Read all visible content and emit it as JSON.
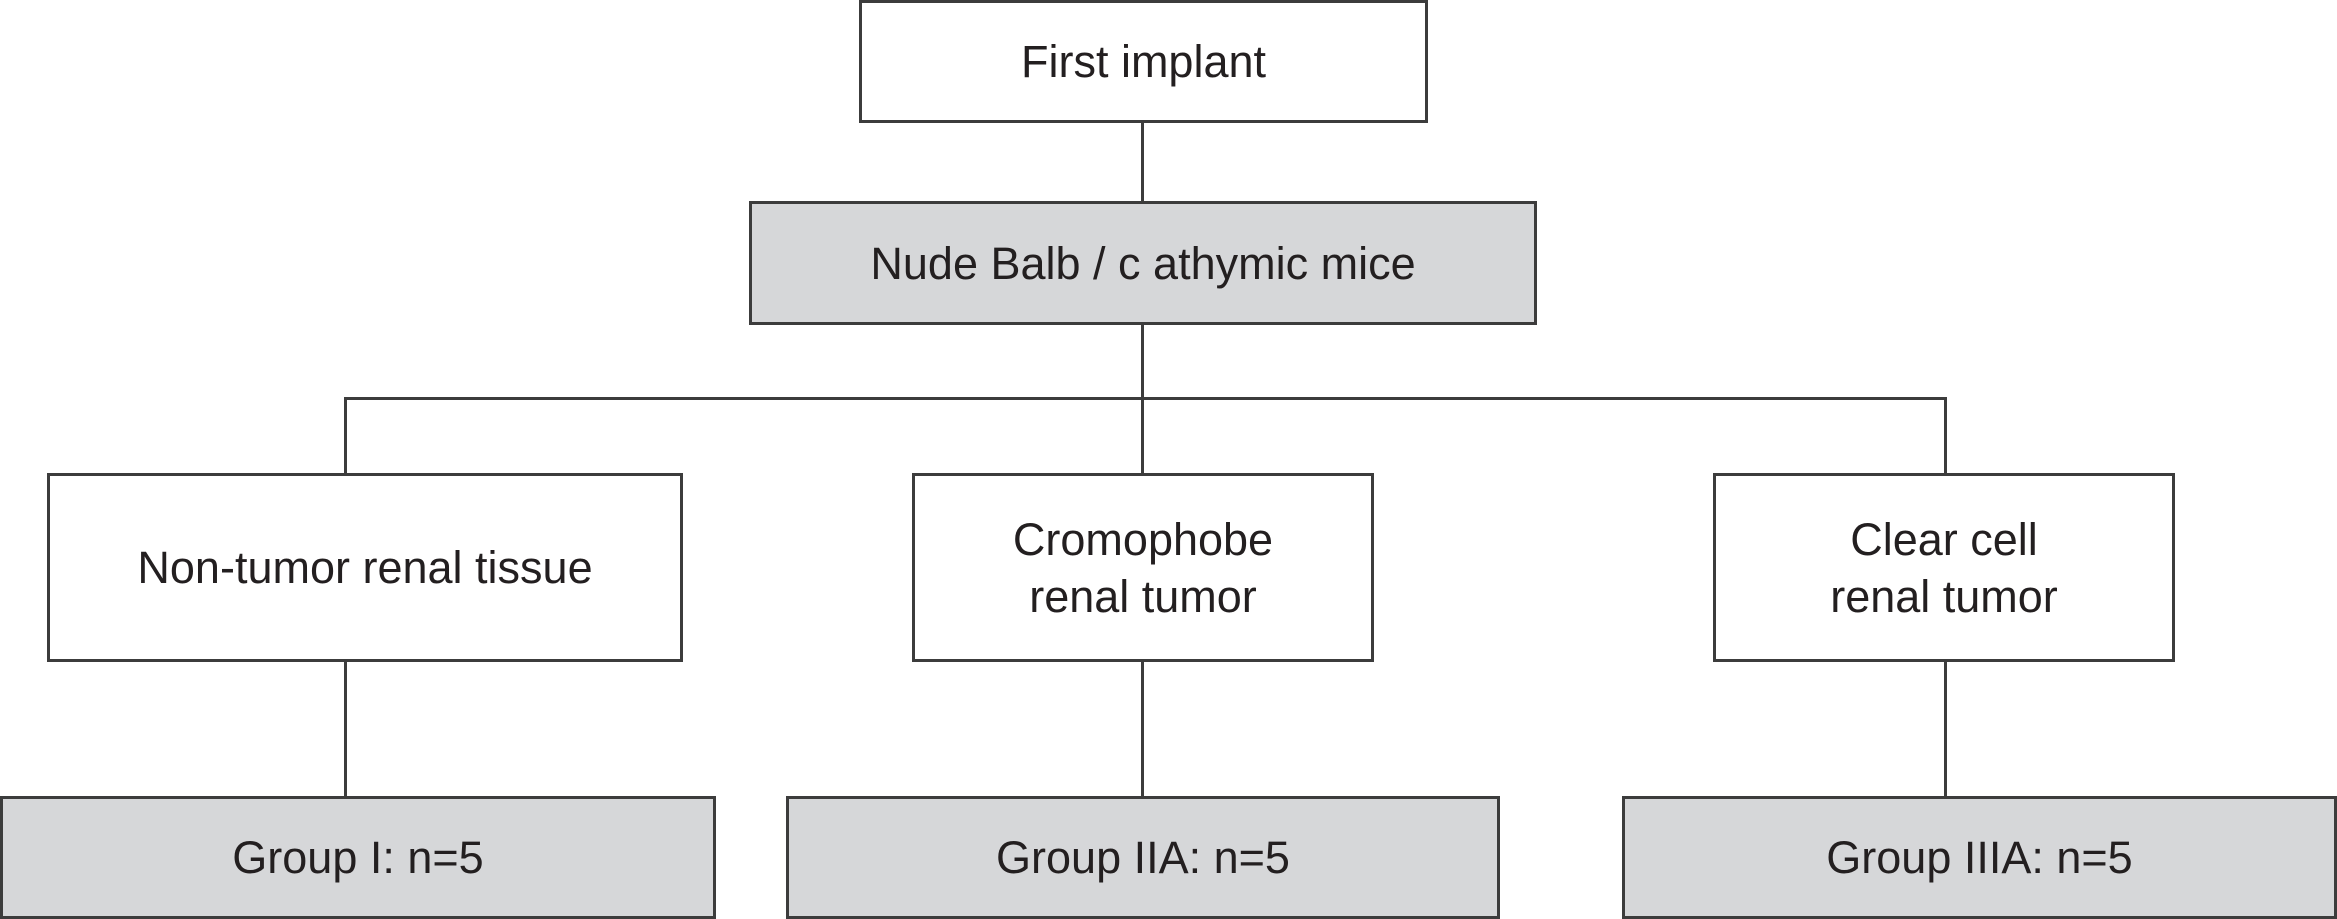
{
  "diagram": {
    "top": {
      "label": "First implant"
    },
    "host": {
      "label": "Nude Balb / c athymic mice"
    },
    "branches": [
      {
        "lines": [
          "Non-tumor renal tissue"
        ],
        "group": "Group I: n=5"
      },
      {
        "lines": [
          "Cromophobe",
          "renal tumor"
        ],
        "group": "Group IIA: n=5"
      },
      {
        "lines": [
          "Clear cell",
          "renal tumor"
        ],
        "group": "Group IIIA: n=5"
      }
    ],
    "colors": {
      "stroke": "#3c3c3c",
      "gray_fill": "#d6d7d9",
      "white_fill": "#ffffff",
      "text": "#231f20"
    }
  }
}
